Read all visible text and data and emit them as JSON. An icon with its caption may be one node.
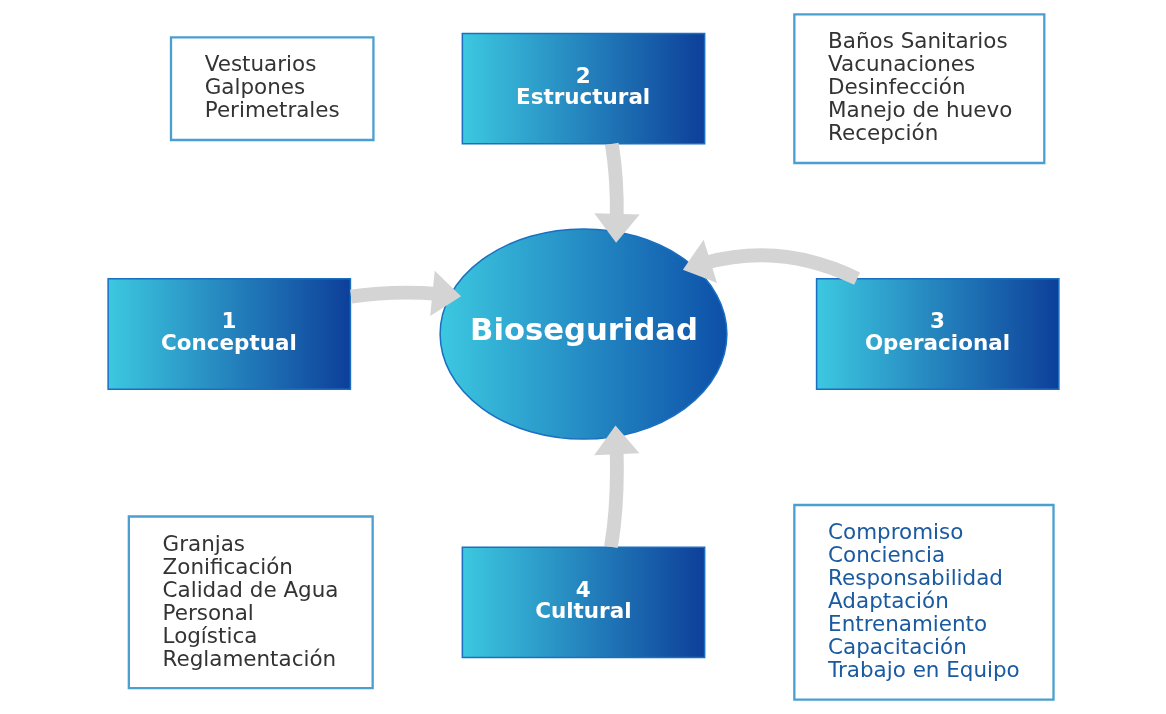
{
  "diagram": {
    "nodes": [
      {
        "text": [
          "Vestuarios",
          "Galpones",
          "Perimetrales"
        ]
      },
      {
        "text": [
          "2",
          "Estructural"
        ]
      },
      {
        "text": [
          "Baños Sanitarios",
          "Vacunaciones",
          "Desinfección",
          "Manejo de huevo",
          "Recepción"
        ]
      },
      {
        "text": [
          "1",
          "Conceptual"
        ]
      },
      {
        "text": [
          "Bioseguridad"
        ]
      },
      {
        "text": [
          "3",
          "Operacional"
        ]
      },
      {
        "text": [
          "Granjas",
          "Zonificación",
          "Calidad de Agua",
          "Personal",
          "Logística",
          "Reglamentación"
        ]
      },
      {
        "text": [
          "4",
          "Cultural"
        ]
      },
      {
        "text": [
          "Compromiso",
          "Conciencia",
          "Responsabilidad",
          "Adaptación",
          "Entrenamiento",
          "Capacitación",
          "Trabajo en Equipo"
        ]
      }
    ],
    "edges": [
      {
        "from": 1,
        "to": 4,
        "arrow": "to"
      },
      {
        "from": 3,
        "to": 4,
        "arrow": "to"
      },
      {
        "from": 5,
        "to": 4,
        "arrow": "to"
      },
      {
        "from": 7,
        "to": 4,
        "arrow": "to"
      }
    ]
  }
}
